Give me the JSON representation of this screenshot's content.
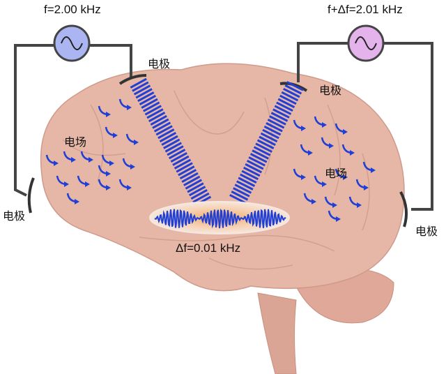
{
  "sources": {
    "left_freq": "f=2.00 kHz",
    "right_freq": "f+Δf=2.01 kHz"
  },
  "electrodes": {
    "top_left": "电极",
    "top_right": "电极",
    "bottom_left": "电极",
    "bottom_right": "电极"
  },
  "fields": {
    "left": "电场",
    "right": "电场"
  },
  "beat": {
    "label": "Δf=0.01 kHz"
  },
  "colors": {
    "left_source": "#aab5f2",
    "right_source": "#e4b3ec",
    "beam": "#1f3fd6",
    "brain": "#e6b6a6",
    "wire": "#444444"
  }
}
